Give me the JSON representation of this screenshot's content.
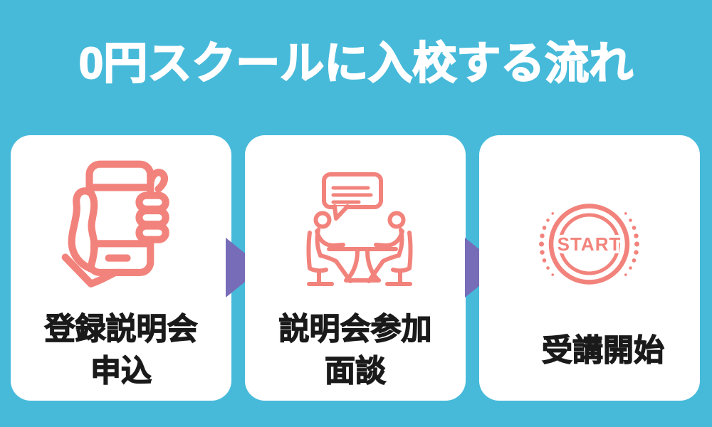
{
  "title": "0円スクールに入校する流れ",
  "colors": {
    "background": "#47BADA",
    "card": "#FFFFFF",
    "icon_coral": "#F2837C",
    "arrow_purple": "#766CB8",
    "label_black": "#1A1A1A",
    "title_white": "#FFFFFF"
  },
  "steps": [
    {
      "icon": "smartphone-in-hand-icon",
      "label_line1": "登録説明会",
      "label_line2": "申込"
    },
    {
      "icon": "interview-meeting-icon",
      "label_line1": "説明会参加",
      "label_line2": "面談"
    },
    {
      "icon": "start-badge-icon",
      "label_line1": "受講開始",
      "badge_text": "START"
    }
  ]
}
